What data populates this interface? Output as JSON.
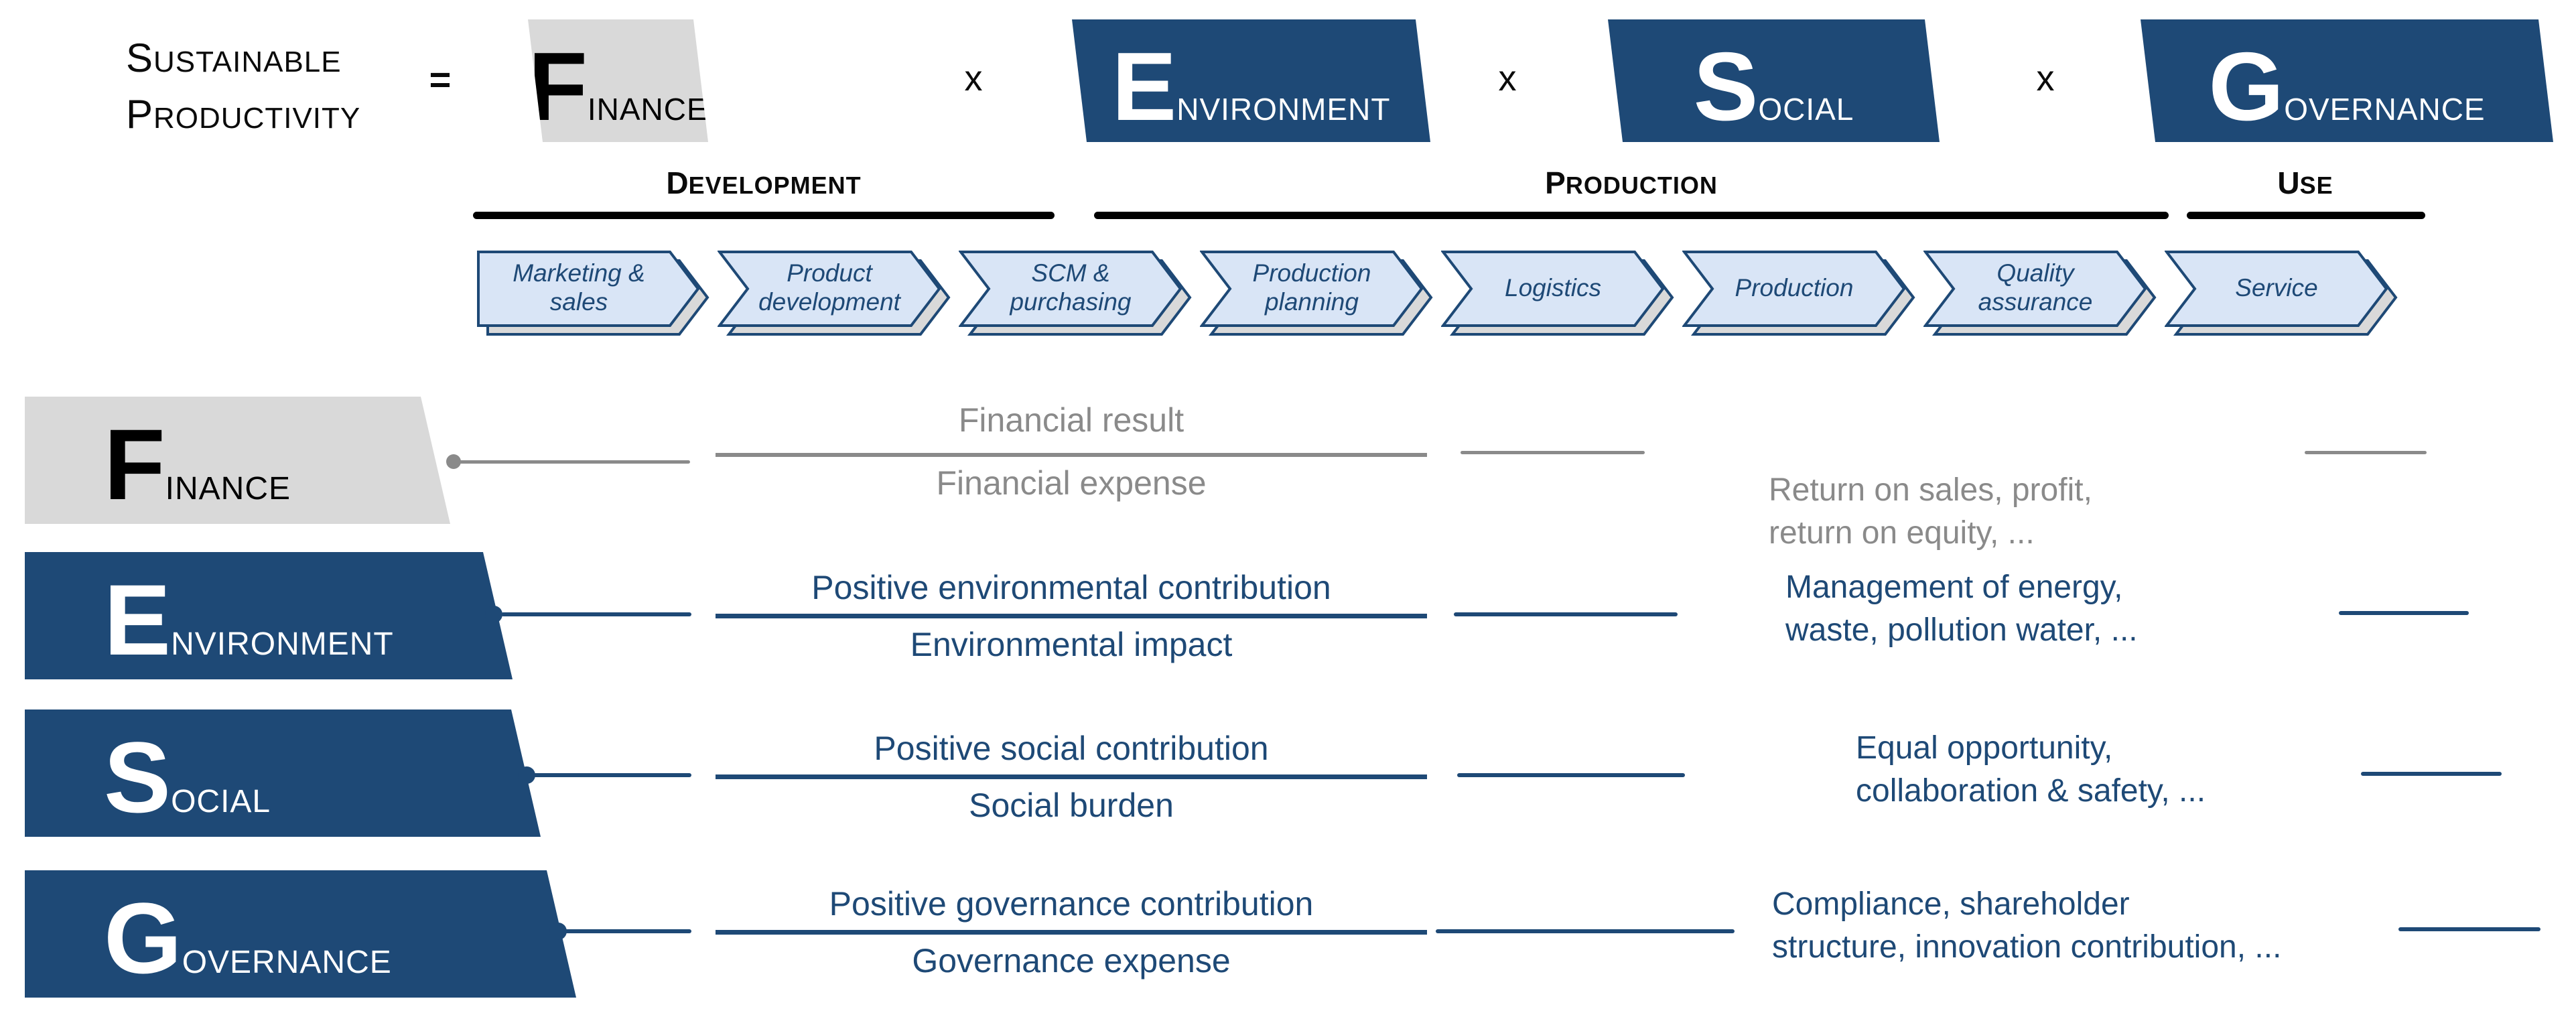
{
  "colors": {
    "navy": "#1E4976",
    "chevron_fill": "#D9E5F6",
    "shape_gray": "#D9D9D9",
    "text_gray": "#8A8A8A",
    "black": "#000000"
  },
  "equation": {
    "title": [
      {
        "big": "S",
        "rest": "USTAINABLE"
      },
      {
        "big": "P",
        "rest": "RODUCTIVITY"
      }
    ],
    "equals_sign": "=",
    "multiply_sign": "x",
    "factors": [
      {
        "big": "F",
        "rest": "INANCE"
      },
      {
        "big": "E",
        "rest": "NVIRONMENT"
      },
      {
        "big": "S",
        "rest": "OCIAL"
      },
      {
        "big": "G",
        "rest": "OVERNANCE"
      }
    ]
  },
  "phases": [
    {
      "big": "D",
      "rest": "EVELOPMENT"
    },
    {
      "big": "P",
      "rest": "RODUCTION"
    },
    {
      "big": "U",
      "rest": "SE"
    }
  ],
  "process_chain": [
    {
      "label": "Marketing & sales"
    },
    {
      "label": "Product development"
    },
    {
      "label": "SCM & purchasing"
    },
    {
      "label": "Production planning"
    },
    {
      "label": "Logistics"
    },
    {
      "label": "Production"
    },
    {
      "label": "Quality assurance"
    },
    {
      "label": "Service"
    }
  ],
  "rows": [
    {
      "id": "finance",
      "label": {
        "big": "F",
        "rest": "INANCE"
      },
      "fraction": {
        "numerator": "Financial result",
        "denominator": "Financial expense"
      },
      "examples": [
        "Return on sales, profit,",
        "return on equity, ..."
      ]
    },
    {
      "id": "environment",
      "label": {
        "big": "E",
        "rest": "NVIRONMENT"
      },
      "fraction": {
        "numerator": "Positive environmental contribution",
        "denominator": "Environmental impact"
      },
      "examples": [
        "Management of energy,",
        "waste, pollution water, ..."
      ]
    },
    {
      "id": "social",
      "label": {
        "big": "S",
        "rest": "OCIAL"
      },
      "fraction": {
        "numerator": "Positive social contribution",
        "denominator": "Social burden"
      },
      "examples": [
        "Equal opportunity,",
        "collaboration & safety, ..."
      ]
    },
    {
      "id": "governance",
      "label": {
        "big": "G",
        "rest": "OVERNANCE"
      },
      "fraction": {
        "numerator": "Positive governance contribution",
        "denominator": "Governance expense"
      },
      "examples": [
        "Compliance, shareholder",
        "structure, innovation contribution, ..."
      ]
    }
  ]
}
